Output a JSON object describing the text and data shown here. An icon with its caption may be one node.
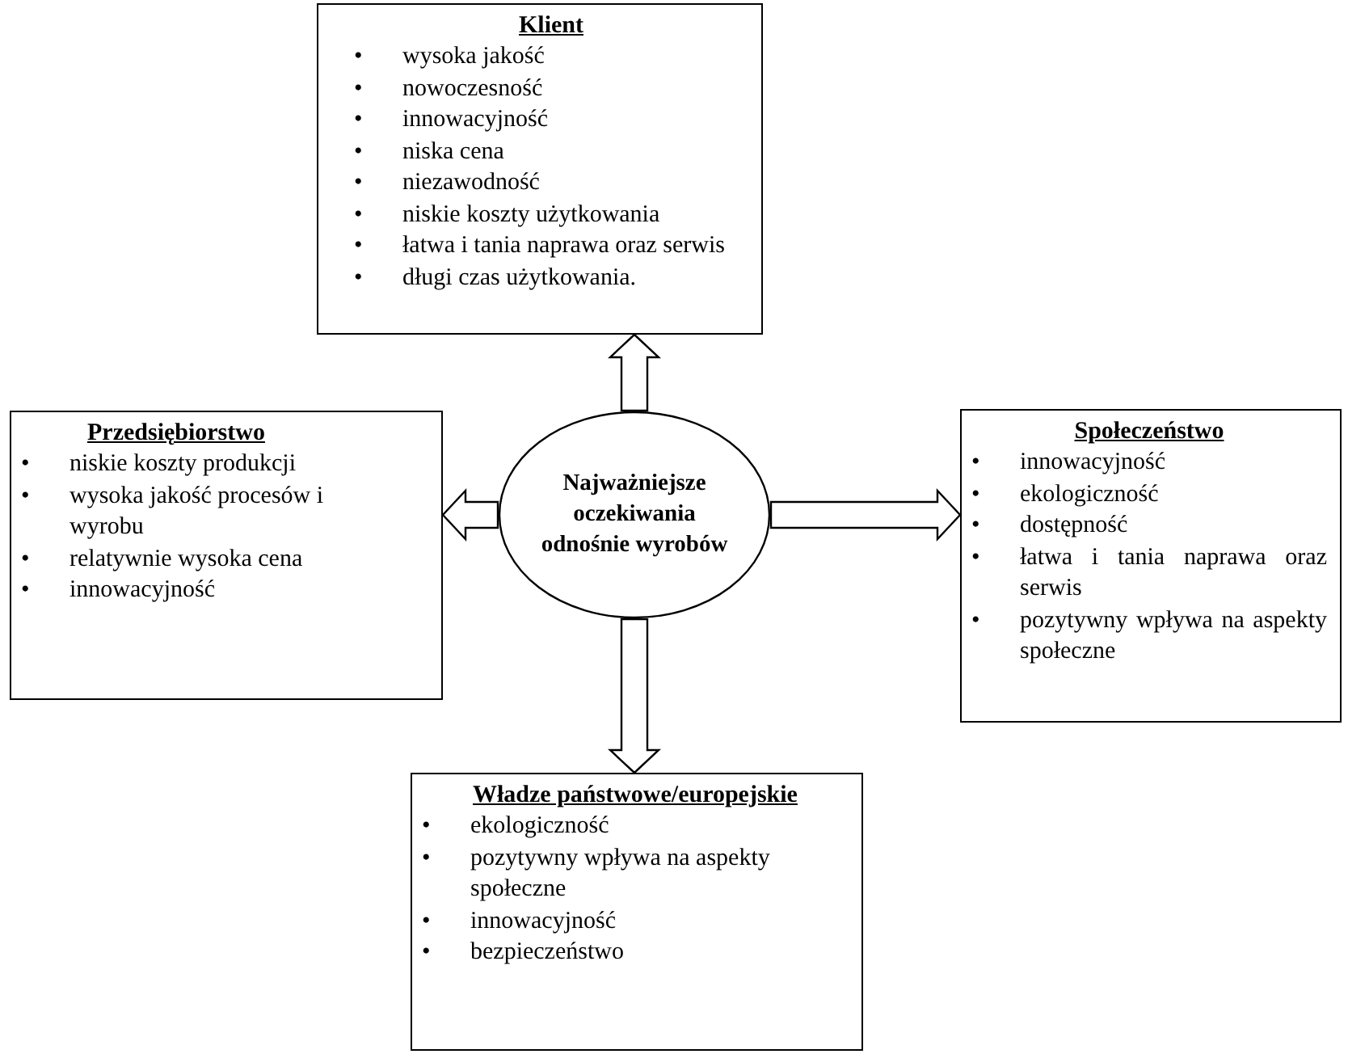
{
  "diagram": {
    "nodes": [
      {
        "text": [
          "Klient",
          "• wysoka jakość",
          "• nowoczesność",
          "• innowacyjność",
          "• niska cena",
          "• niezawodność",
          "• niskie koszty użytkowania",
          "• łatwa i tania naprawa oraz serwis",
          "• długi czas użytkowania."
        ]
      },
      {
        "text": [
          "Przedsiębiorstwo",
          "• niskie koszty produkcji",
          "• wysoka jakość procesów i wyrobu",
          "• relatywnie wysoka cena",
          "• innowacyjność"
        ]
      },
      {
        "text": [
          "Najważniejsze oczekiwania odnośnie wyrobów"
        ]
      },
      {
        "text": [
          "Społeczeństwo",
          "• innowacyjność",
          "• ekologiczność",
          "• dostępność",
          "• łatwa i tania naprawa oraz serwis",
          "• pozytywny wpływa na aspekty społeczne"
        ]
      },
      {
        "text": [
          "Władze państwowe/europejskie",
          "• ekologiczność",
          "• pozytywny wpływa na aspekty społeczne",
          "• innowacyjność",
          "• bezpieczeństwo"
        ]
      }
    ],
    "edges": [
      {
        "from": 2,
        "to": 0,
        "arrow": "to"
      },
      {
        "from": 2,
        "to": 1,
        "arrow": "to"
      },
      {
        "from": 2,
        "to": 3,
        "arrow": "to"
      },
      {
        "from": 2,
        "to": 4,
        "arrow": "to"
      }
    ]
  }
}
